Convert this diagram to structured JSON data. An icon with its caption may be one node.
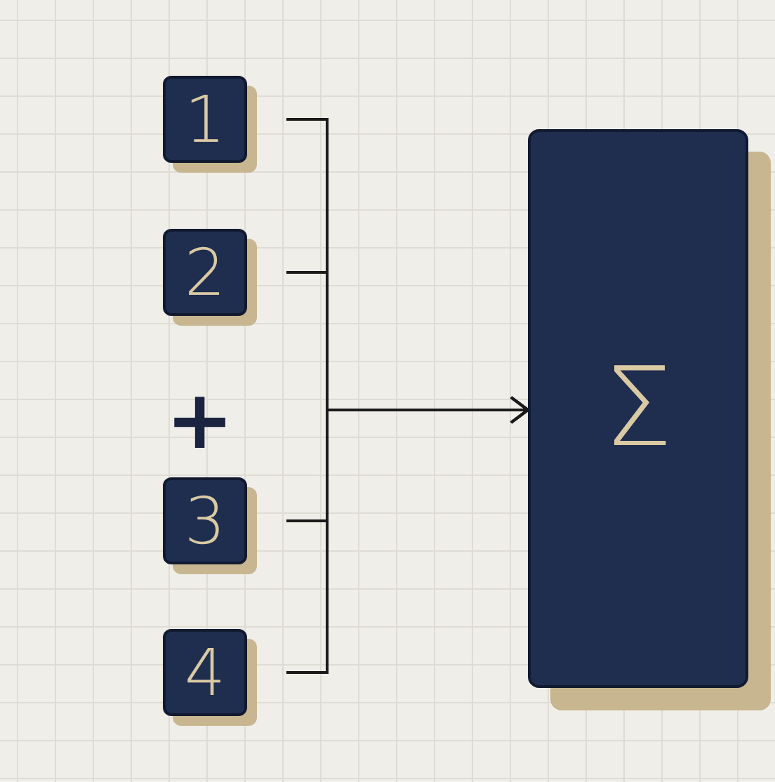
{
  "diagram": {
    "nodes": [
      {
        "text": [
          "1"
        ]
      },
      {
        "text": [
          "2"
        ]
      },
      {
        "text": [
          "3"
        ]
      },
      {
        "text": [
          "4"
        ]
      },
      {
        "text": [
          "Σ"
        ]
      }
    ],
    "edges": [
      {
        "from": 0,
        "to": 4,
        "arrow": "to"
      },
      {
        "from": 1,
        "to": 4,
        "arrow": "to"
      },
      {
        "from": 2,
        "to": 4,
        "arrow": "to"
      },
      {
        "from": 3,
        "to": 4,
        "arrow": "to"
      }
    ],
    "labels": [
      "+"
    ]
  }
}
